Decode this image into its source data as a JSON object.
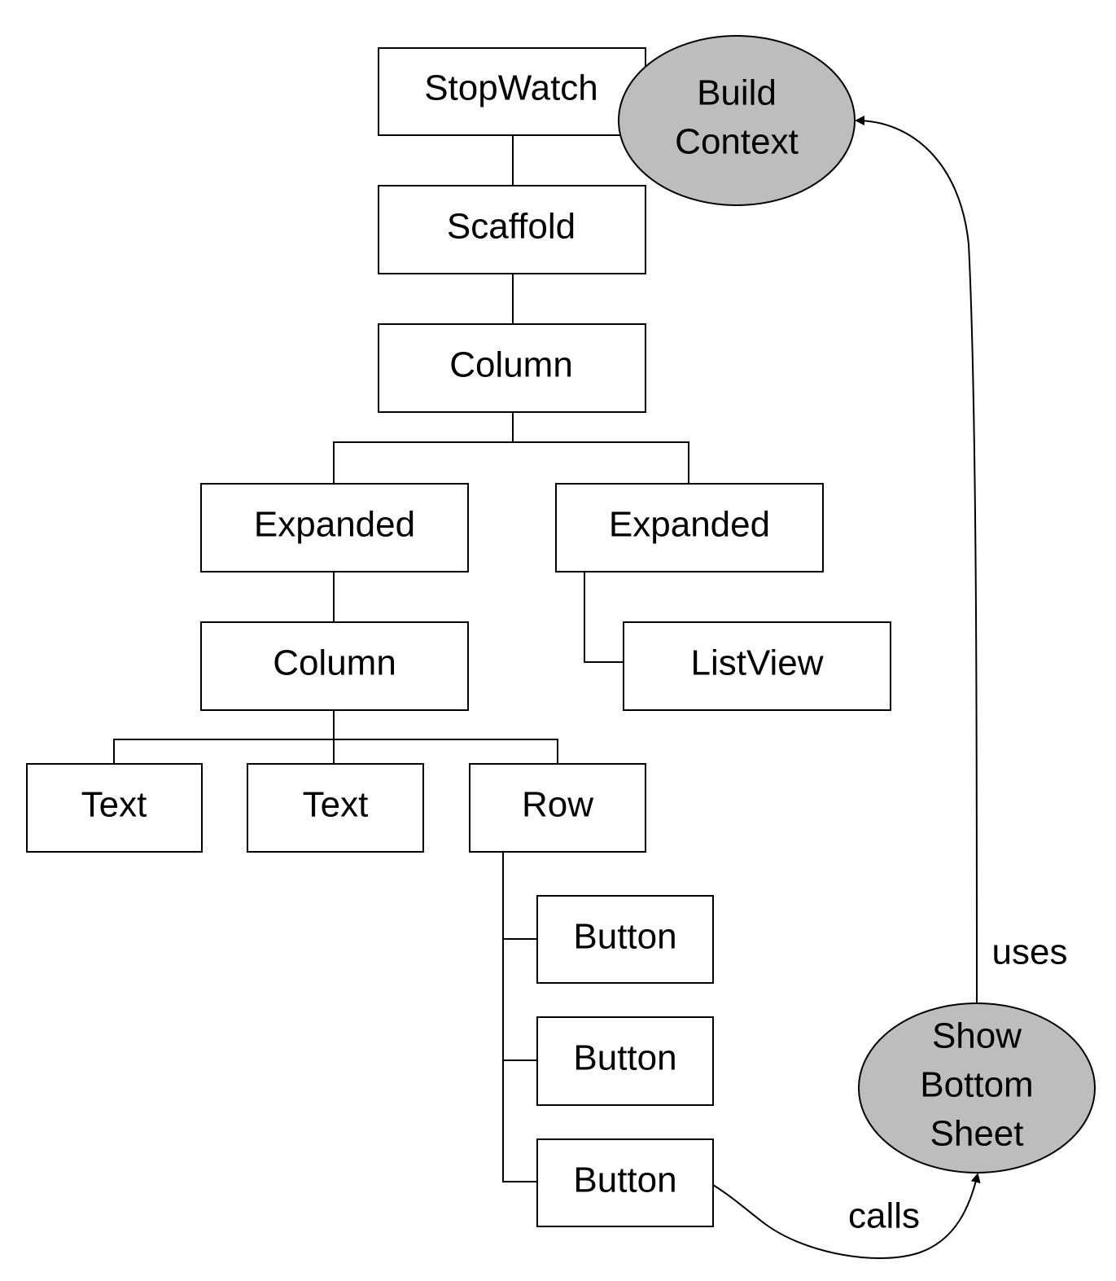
{
  "colors": {
    "ellipse_fill": "#bdbdbd",
    "stroke": "#000000",
    "background": "#ffffff"
  },
  "nodes": {
    "stopwatch": "StopWatch",
    "scaffold": "Scaffold",
    "column_top": "Column",
    "expanded_left": "Expanded",
    "expanded_right": "Expanded",
    "column_inner": "Column",
    "listview": "ListView",
    "text_1": "Text",
    "text_2": "Text",
    "row": "Row",
    "button_1": "Button",
    "button_2": "Button",
    "button_3": "Button"
  },
  "ellipses": {
    "build_context": [
      "Build",
      "Context"
    ],
    "show_bottom_sheet": [
      "Show",
      "Bottom",
      "Sheet"
    ]
  },
  "edge_labels": {
    "uses": "uses",
    "calls": "calls"
  }
}
